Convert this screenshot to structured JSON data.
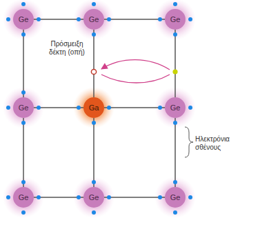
{
  "diagram": {
    "nodes": [
      {
        "text": [
          "Ge"
        ]
      },
      {
        "text": [
          "Ge"
        ]
      },
      {
        "text": [
          "Ge"
        ]
      },
      {
        "text": [
          "Ge"
        ]
      },
      {
        "text": [
          "Ga"
        ]
      },
      {
        "text": [
          "Ge"
        ]
      },
      {
        "text": [
          "Ge"
        ]
      },
      {
        "text": [
          "Ge"
        ]
      },
      {
        "text": [
          "Ge"
        ]
      }
    ],
    "edges": [
      {
        "from": 0,
        "to": 1,
        "arrow": "none"
      },
      {
        "from": 1,
        "to": 2,
        "arrow": "none"
      },
      {
        "from": 3,
        "to": 4,
        "arrow": "none"
      },
      {
        "from": 4,
        "to": 5,
        "arrow": "none"
      },
      {
        "from": 6,
        "to": 7,
        "arrow": "none"
      },
      {
        "from": 7,
        "to": 8,
        "arrow": "none"
      },
      {
        "from": 0,
        "to": 3,
        "arrow": "none"
      },
      {
        "from": 1,
        "to": 4,
        "arrow": "none"
      },
      {
        "from": 2,
        "to": 5,
        "arrow": "none"
      },
      {
        "from": 3,
        "to": 6,
        "arrow": "none"
      },
      {
        "from": 4,
        "to": 7,
        "arrow": "none"
      },
      {
        "from": 5,
        "to": 8,
        "arrow": "none"
      }
    ],
    "labels": [
      "Πρόσμειξη δέκτη (οπή)",
      "Ηλεκτρόνια σθένους"
    ]
  }
}
